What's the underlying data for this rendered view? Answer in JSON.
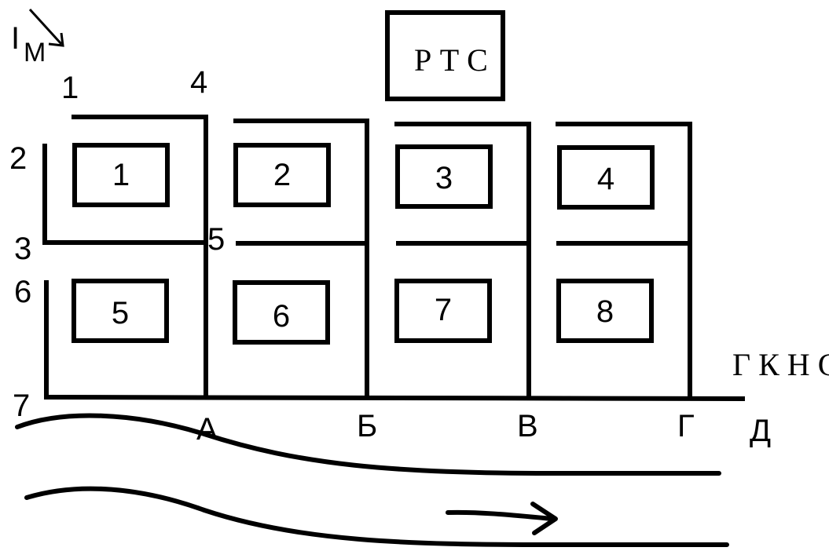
{
  "station": {
    "label": "РТС"
  },
  "pumping_station": {
    "label": "ГКНС"
  },
  "flow_label": {
    "main": "I",
    "sub": "М"
  },
  "node_labels": [
    "1",
    "2",
    "3",
    "4",
    "5",
    "6",
    "7"
  ],
  "outlet_labels": [
    "А",
    "Б",
    "В",
    "Г",
    "Д"
  ],
  "blocks": [
    "1",
    "2",
    "3",
    "4",
    "5",
    "6",
    "7",
    "8"
  ]
}
